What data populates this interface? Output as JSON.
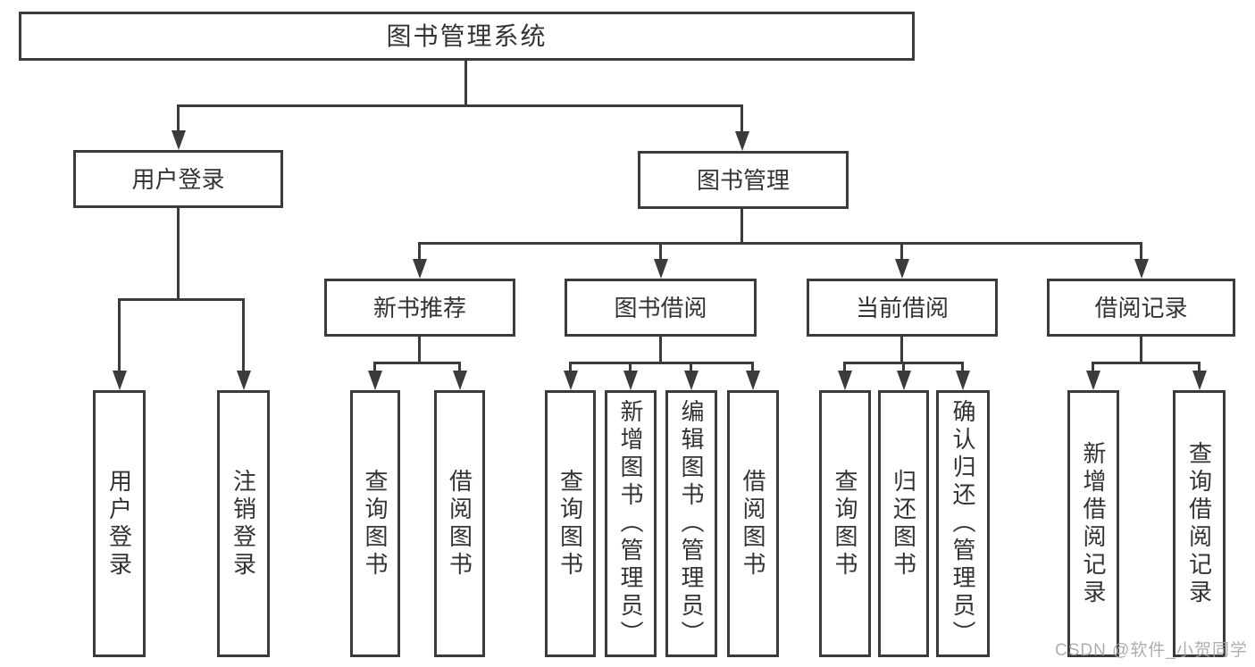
{
  "colors": {
    "line": "#3b3b3b",
    "box_border": "#3b3b3b",
    "text": "#333333",
    "background": "#ffffff",
    "watermark": "#a5a5a5"
  },
  "tree": {
    "root": {
      "label": "图书管理系统"
    },
    "branches": [
      {
        "label": "用户登录",
        "leaves": [
          {
            "label": "用户登录"
          },
          {
            "label": "注销登录"
          }
        ]
      },
      {
        "label": "图书管理",
        "groups": [
          {
            "label": "新书推荐",
            "leaves": [
              {
                "label": "查询图书"
              },
              {
                "label": "借阅图书"
              }
            ]
          },
          {
            "label": "图书借阅",
            "leaves": [
              {
                "label": "查询图书"
              },
              {
                "label": "新增图书（管理员）"
              },
              {
                "label": "编辑图书（管理员）"
              },
              {
                "label": "借阅图书"
              }
            ]
          },
          {
            "label": "当前借阅",
            "leaves": [
              {
                "label": "查询图书"
              },
              {
                "label": "归还图书"
              },
              {
                "label": "确认归还（管理员）"
              }
            ]
          },
          {
            "label": "借阅记录",
            "leaves": [
              {
                "label": "新增借阅记录"
              },
              {
                "label": "查询借阅记录"
              }
            ]
          }
        ]
      }
    ]
  },
  "watermark": {
    "text": "CSDN @软件_小贺同学"
  }
}
